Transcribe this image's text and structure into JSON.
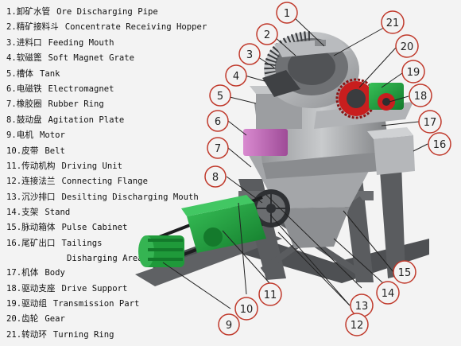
{
  "legend": [
    {
      "num": "1.",
      "cn": "卸矿水管",
      "en": "Ore Discharging Pipe"
    },
    {
      "num": "2.",
      "cn": "精矿接料斗",
      "en": "Concentrate Receiving Hopper"
    },
    {
      "num": "3.",
      "cn": "进料口",
      "en": "Feeding Mouth"
    },
    {
      "num": "4.",
      "cn": "软磁篦",
      "en": "Soft Magnet Grate"
    },
    {
      "num": "5.",
      "cn": "槽体",
      "en": "Tank"
    },
    {
      "num": "6.",
      "cn": "电磁铁",
      "en": "Electromagnet"
    },
    {
      "num": "7.",
      "cn": "橡胶圈",
      "en": "Rubber Ring"
    },
    {
      "num": "8.",
      "cn": "鼓动盘",
      "en": "Agitation Plate"
    },
    {
      "num": "9.",
      "cn": "电机",
      "en": "Motor"
    },
    {
      "num": "10.",
      "cn": "皮带",
      "en": "Belt"
    },
    {
      "num": "11.",
      "cn": "传动机构",
      "en": "Driving Unit"
    },
    {
      "num": "12.",
      "cn": "连接法兰",
      "en": "Connecting Flange"
    },
    {
      "num": "13.",
      "cn": "沉沙排口",
      "en": "Desilting Discharging Mouth"
    },
    {
      "num": "14.",
      "cn": "支架",
      "en": "Stand"
    },
    {
      "num": "15.",
      "cn": "脉动箱体",
      "en": "Pulse Cabinet"
    },
    {
      "num": "16.",
      "cn": "尾矿出口",
      "en": "Tailings",
      "en2": "Disharging Area"
    },
    {
      "num": "17.",
      "cn": "机体",
      "en": "Body"
    },
    {
      "num": "18.",
      "cn": "驱动支座",
      "en": "Drive Support"
    },
    {
      "num": "19.",
      "cn": "驱动组",
      "en": "Transmission Part"
    },
    {
      "num": "20.",
      "cn": "齿轮",
      "en": "Gear"
    },
    {
      "num": "21.",
      "cn": "转动环",
      "en": "Turning Ring"
    }
  ],
  "callouts": [
    {
      "id": "1",
      "label": "1"
    },
    {
      "id": "2",
      "label": "2"
    },
    {
      "id": "3",
      "label": "3"
    },
    {
      "id": "4",
      "label": "4"
    },
    {
      "id": "5",
      "label": "5"
    },
    {
      "id": "6",
      "label": "6"
    },
    {
      "id": "7",
      "label": "7"
    },
    {
      "id": "8",
      "label": "8"
    },
    {
      "id": "9",
      "label": "9"
    },
    {
      "id": "10",
      "label": "10"
    },
    {
      "id": "11",
      "label": "11"
    },
    {
      "id": "12",
      "label": "12"
    },
    {
      "id": "13",
      "label": "13"
    },
    {
      "id": "14",
      "label": "14"
    },
    {
      "id": "15",
      "label": "15"
    },
    {
      "id": "16",
      "label": "16"
    },
    {
      "id": "17",
      "label": "17"
    },
    {
      "id": "18",
      "label": "18"
    },
    {
      "id": "19",
      "label": "19"
    },
    {
      "id": "20",
      "label": "20"
    },
    {
      "id": "21",
      "label": "21"
    }
  ],
  "colors": {
    "background": "#f3f3f3",
    "callout_stroke": "#c0392b",
    "body_gray": "#a7a9ac",
    "electromagnet": "#c06ab8",
    "gear_red": "#c81e1e",
    "drive_green": "#1f9a3a",
    "stand_dark": "#5a5c5f"
  }
}
